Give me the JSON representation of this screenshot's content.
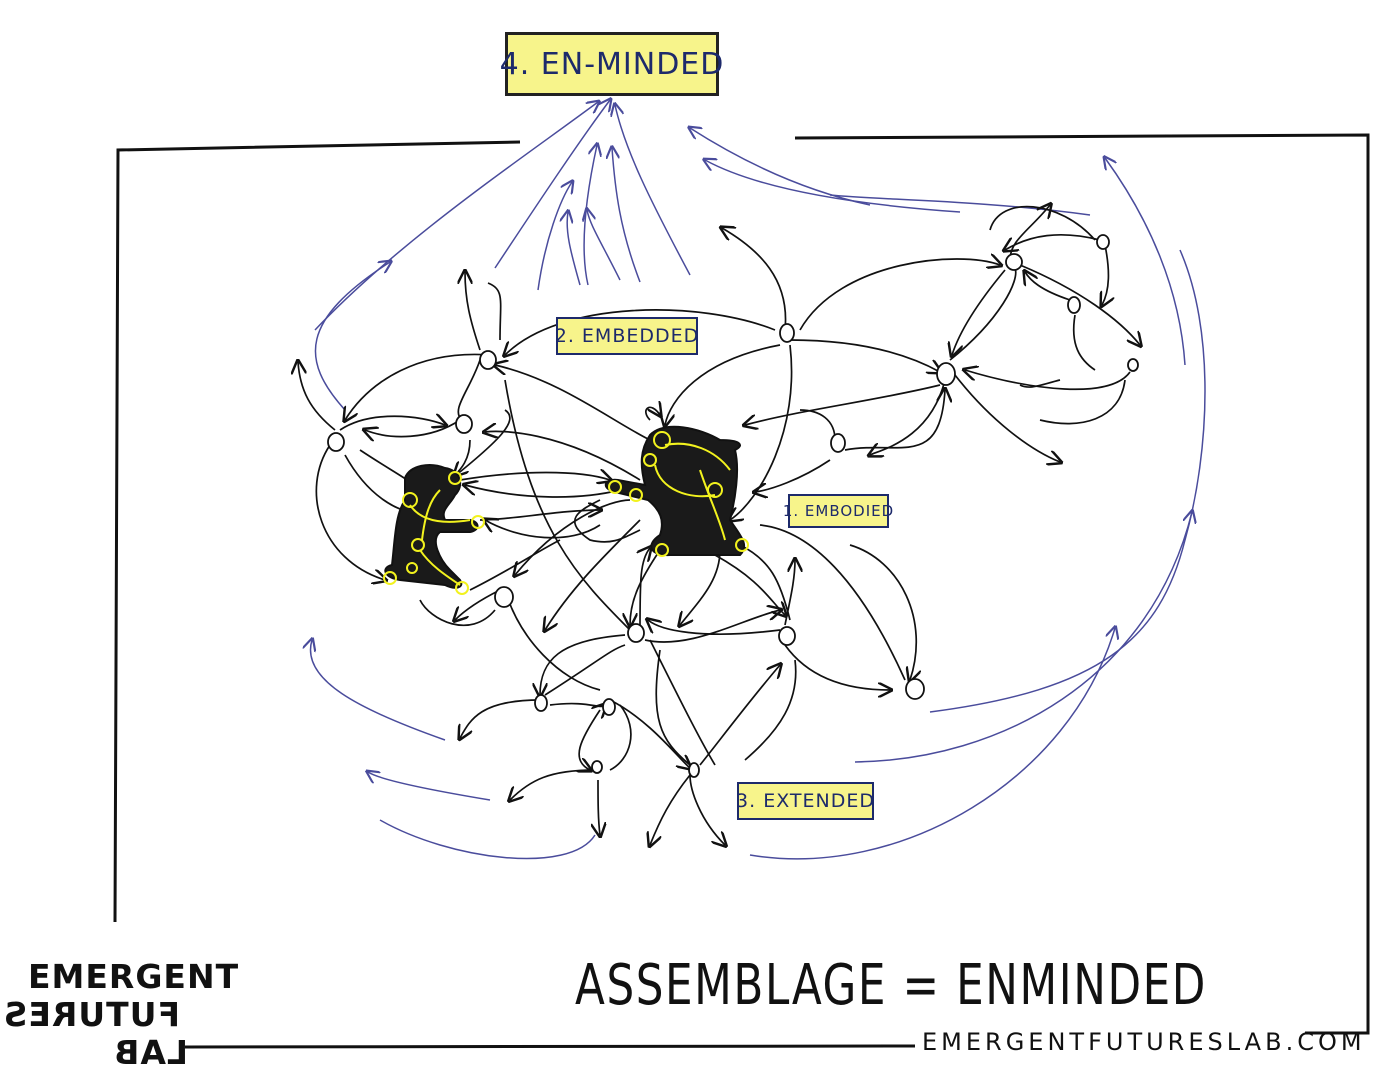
{
  "labels": {
    "enminded": "4. EN-MINDED",
    "embedded": "2. EMBEDDED",
    "embodied": "1. EMBODIED",
    "extended": "3. EXTENDED"
  },
  "logo": {
    "line1": "EMERGENT",
    "line2": "FUTURES",
    "line3": "LAB"
  },
  "title": "ASSEMBLAGE = ENMINDED",
  "site": "EMERGENTFUTURESLAB.COM",
  "colors": {
    "label_fill": "#f7f48b",
    "label_text": "#1d2a6b",
    "ink": "#111111",
    "blue_arrows": "#4a4c9c",
    "figure_outline": "#f2f21e"
  }
}
